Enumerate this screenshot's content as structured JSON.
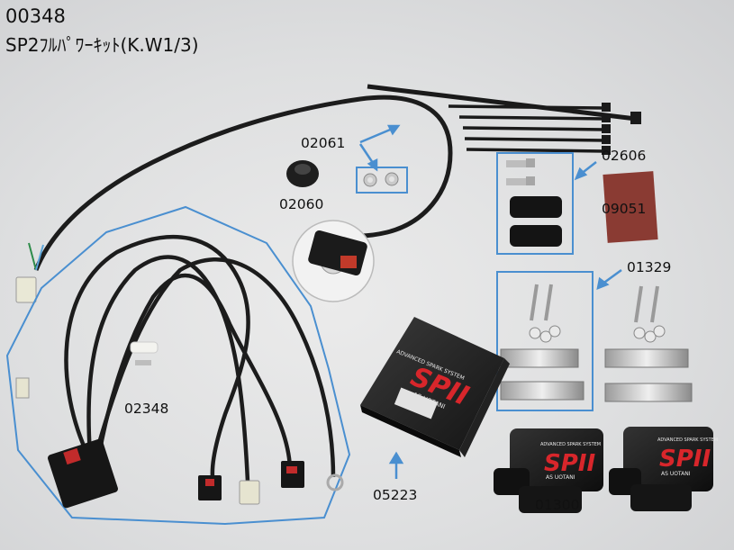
{
  "header": {
    "code": "00348",
    "name": "SP2ﾌﾙﾊﾟﾜｰｷｯﾄ(K.W1/3)"
  },
  "parts": [
    {
      "id": "part-02061",
      "code": "02061"
    },
    {
      "id": "part-02060",
      "code": "02060"
    },
    {
      "id": "part-02606",
      "code": "02606"
    },
    {
      "id": "part-09051",
      "code": "09051"
    },
    {
      "id": "part-01329",
      "code": "01329"
    },
    {
      "id": "part-02348",
      "code": "02348"
    },
    {
      "id": "part-05223",
      "code": "05223"
    },
    {
      "id": "part-01300",
      "code": "01300"
    }
  ],
  "product_print": {
    "brand_line": "ADVANCED SPARK SYSTEM",
    "logo": "SPII",
    "maker": "AS UOTANI"
  },
  "colors": {
    "callout_blue": "#4a8fd0",
    "cable_black": "#1c1c1c",
    "logo_red": "#d8262b"
  }
}
